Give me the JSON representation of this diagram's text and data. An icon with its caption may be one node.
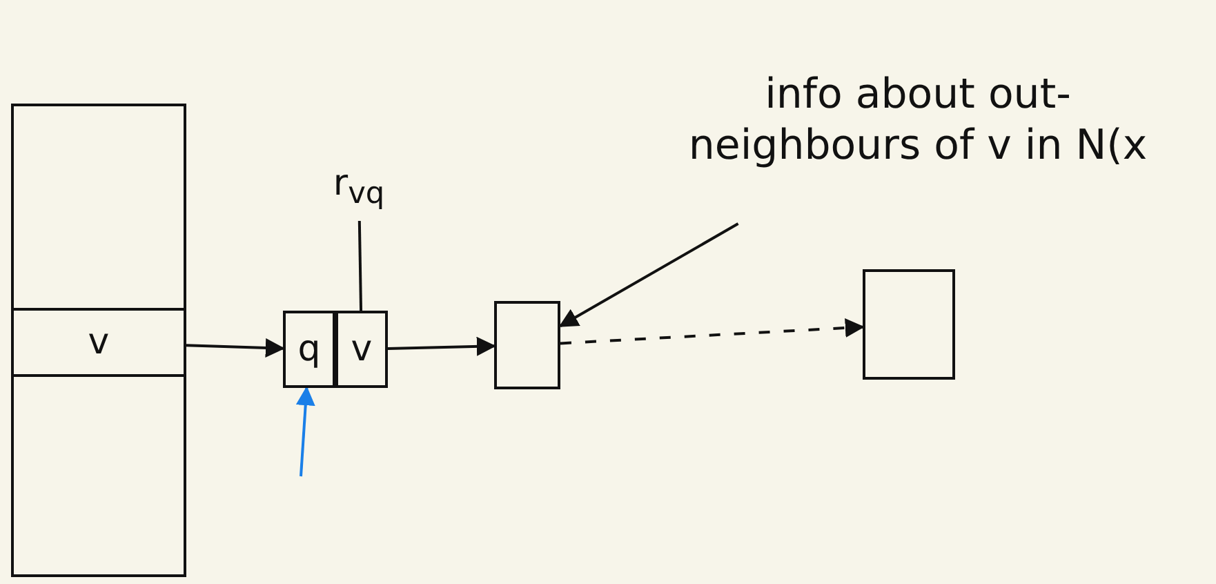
{
  "diagram": {
    "nodes": [
      {
        "text": [],
        "shape": "box"
      },
      {
        "text": [
          "v"
        ],
        "in": 0
      },
      {
        "text": [
          "q"
        ]
      },
      {
        "text": [
          "v"
        ]
      },
      {
        "text": [],
        "shape": "box"
      },
      {
        "text": [],
        "shape": "box"
      },
      {
        "text": [
          "r$_{vq}$"
        ]
      },
      {
        "text": [
          "info about out-neighbours of v in N(x"
        ]
      }
    ],
    "edges": [
      {
        "from": 1,
        "to": 2,
        "arrow": "to"
      },
      {
        "from": 3,
        "to": 4,
        "arrow": "to"
      },
      {
        "from": 4,
        "to": 5,
        "arrow": "to",
        "style": "dashed"
      },
      {
        "from": 6,
        "to": 3,
        "arrow": "none"
      },
      {
        "from": 7,
        "to": 4,
        "arrow": "to"
      },
      {
        "from": null,
        "to": 2,
        "arrow": "to",
        "color": "#1a7fe8"
      }
    ]
  }
}
